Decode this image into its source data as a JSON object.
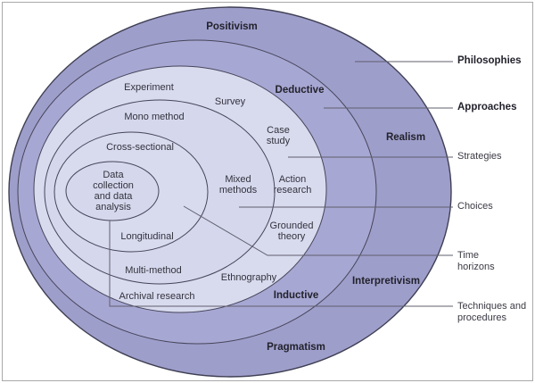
{
  "colors": {
    "outer_ring": "#9e9ecb",
    "approaches_ring": "#a7a7d3",
    "light_ring": "#d8daee",
    "light_ring_alt": "#d5d7ec",
    "ellipse_stroke": "#45455a",
    "callout_line": "#5f5f6e",
    "text": "#33333d"
  },
  "rings": {
    "philosophies": {
      "positivism": "Positivism",
      "realism": "Realism",
      "interpretivism": "Interpretivism",
      "pragmatism": "Pragmatism"
    },
    "approaches": {
      "deductive": "Deductive",
      "inductive": "Inductive"
    },
    "strategies": {
      "experiment": "Experiment",
      "survey": "Survey",
      "case_study": "Case\nstudy",
      "action_research": "Action\nresearch",
      "grounded_theory": "Grounded\ntheory",
      "ethnography": "Ethnography",
      "archival_research": "Archival research"
    },
    "choices": {
      "mono_method": "Mono method",
      "mixed_methods": "Mixed\nmethods",
      "multi_method": "Multi-method"
    },
    "time_horizons": {
      "cross_sectional": "Cross-sectional",
      "longitudinal": "Longitudinal"
    },
    "core": {
      "label": "Data\ncollection\nand data\nanalysis"
    }
  },
  "callouts": {
    "philosophies": "Philosophies",
    "approaches": "Approaches",
    "strategies": "Strategies",
    "choices": "Choices",
    "time_horizons": "Time\nhorizons",
    "techniques_procedures": "Techniques and\nprocedures"
  }
}
